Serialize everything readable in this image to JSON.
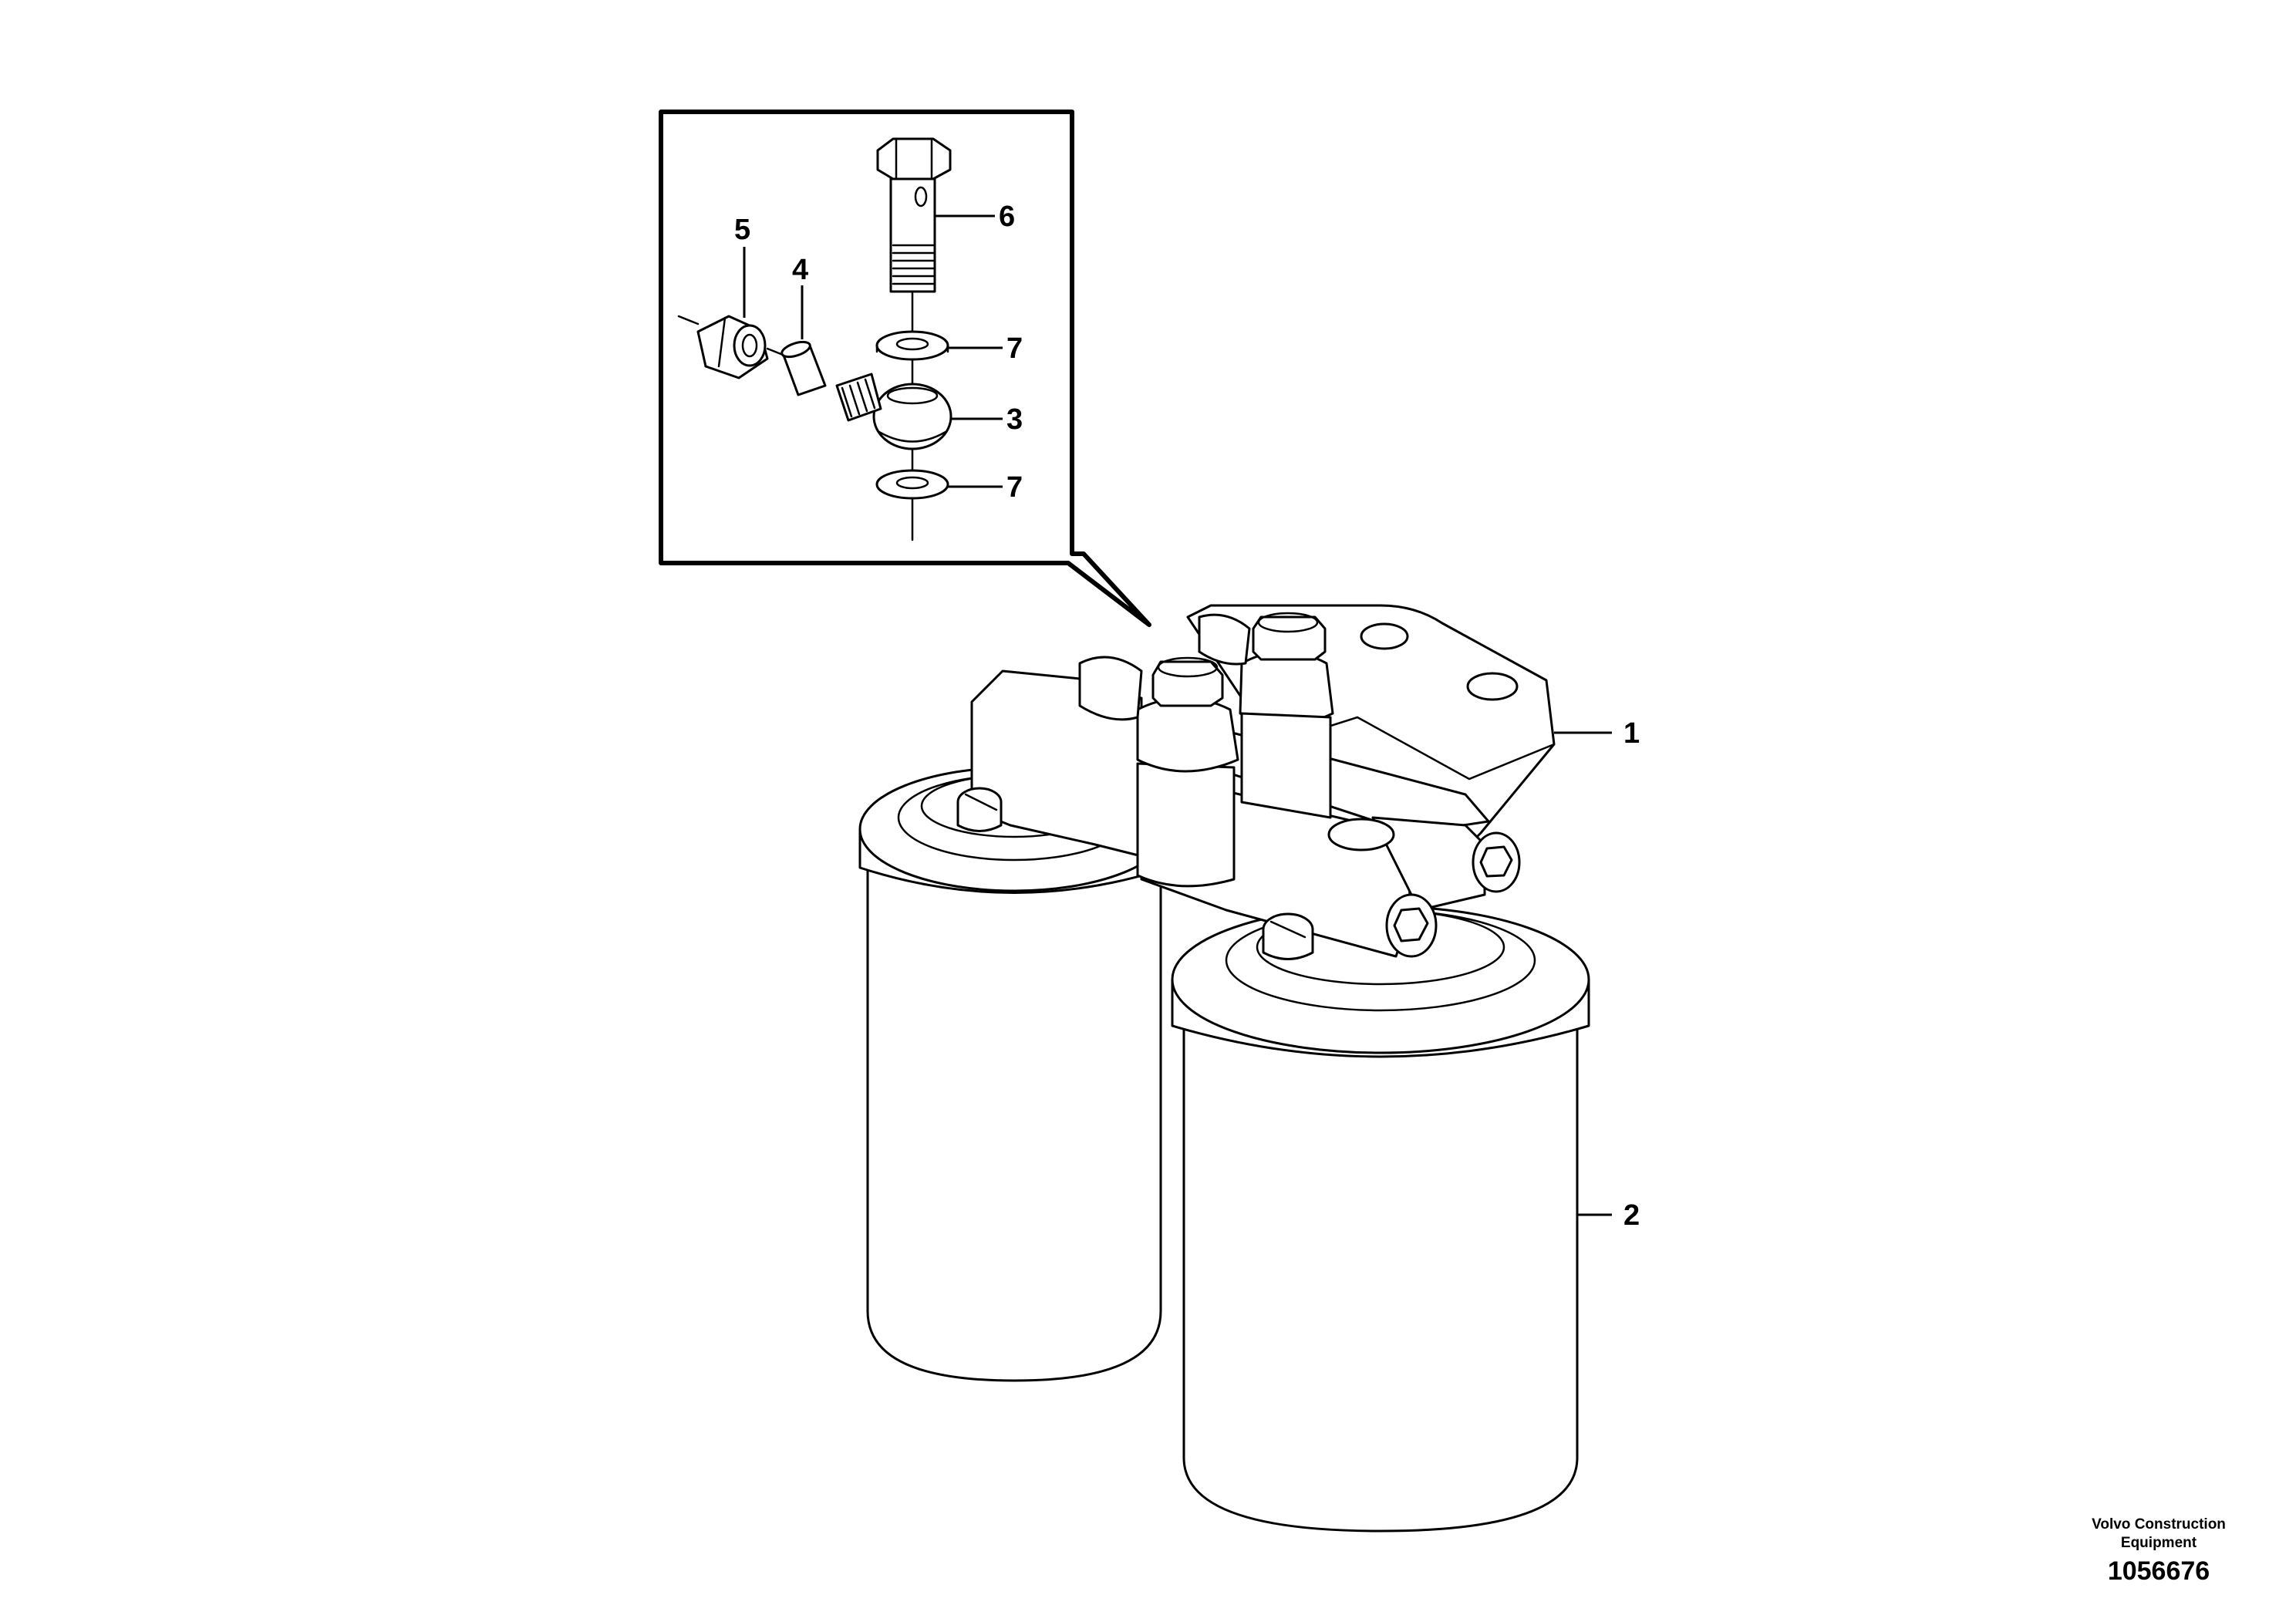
{
  "callouts": {
    "c1": "1",
    "c2": "2",
    "c3": "3",
    "c4": "4",
    "c5": "5",
    "c6": "6",
    "c7a": "7",
    "c7b": "7"
  },
  "footer": {
    "company_line1": "Volvo Construction",
    "company_line2": "Equipment",
    "drawing_number": "1056676"
  },
  "colors": {
    "line": "#000000",
    "background": "#ffffff"
  }
}
